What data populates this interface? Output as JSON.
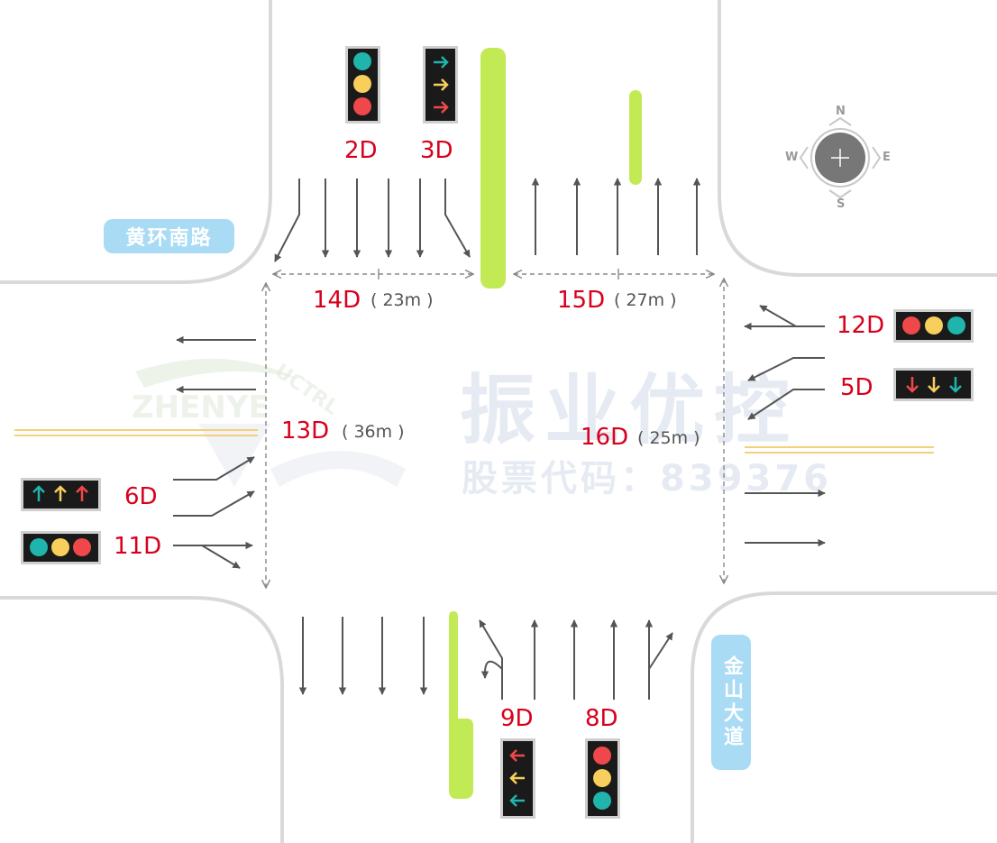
{
  "roads": {
    "east_west": "黄环南路",
    "north_south": "金山大道"
  },
  "compass": {
    "n": "N",
    "s": "S",
    "e": "E",
    "w": "W"
  },
  "phases": {
    "p2": "2D",
    "p3": "3D",
    "p5": "5D",
    "p6": "6D",
    "p8": "8D",
    "p9": "9D",
    "p11": "11D",
    "p12": "12D",
    "p13": "13D",
    "p14": "14D",
    "p15": "15D",
    "p16": "16D"
  },
  "distances": {
    "d14": "( 23m )",
    "d15": "( 27m )",
    "d13": "( 36m )",
    "d16": "( 25m )"
  },
  "watermark": {
    "brand": "振业优控",
    "code": "股票代码：839376",
    "logo_text": "ZHENYE",
    "logo_sub": "UCTRL"
  },
  "colors": {
    "signal_red": "#f0484a",
    "signal_yellow": "#f8cf5c",
    "signal_green": "#1fb5ad",
    "phase_text": "#d8001c",
    "median": "#c2ea55",
    "road_edge": "#d9d9d9",
    "road_tag": "#a9dbf5",
    "arrow": "#555555",
    "center_line": "#f5d07a"
  },
  "signal_heads": [
    {
      "id": "2D",
      "kind": "round"
    },
    {
      "id": "3D",
      "kind": "arrow-right"
    },
    {
      "id": "12D",
      "kind": "round"
    },
    {
      "id": "5D",
      "kind": "arrow-down"
    },
    {
      "id": "6D",
      "kind": "arrow-up"
    },
    {
      "id": "11D",
      "kind": "round"
    },
    {
      "id": "9D",
      "kind": "arrow-left"
    },
    {
      "id": "8D",
      "kind": "round"
    }
  ]
}
